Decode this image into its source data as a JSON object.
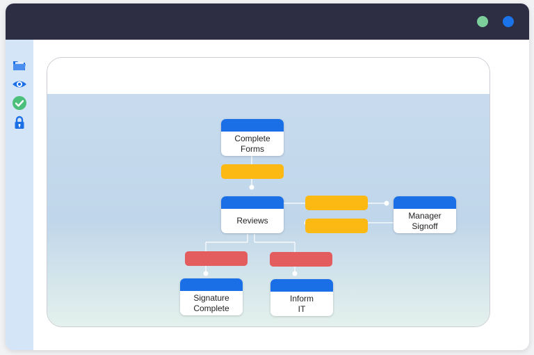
{
  "window": {
    "controls": [
      "green-dot",
      "blue-dot"
    ]
  },
  "sidebar": {
    "icons": [
      "folder-icon",
      "eye-icon",
      "check-circle-icon",
      "lock-icon"
    ]
  },
  "colors": {
    "titlebar": "#2d2e44",
    "sidebar": "#d5e5f8",
    "node_header": "#1a6fe6",
    "connector_amber": "#fdb913",
    "connector_red": "#e35d5f",
    "dot_green": "#7ccf9b",
    "dot_blue": "#1a73e8"
  },
  "diagram": {
    "nodes": {
      "complete_forms": "Complete\nForms",
      "reviews": "Reviews",
      "manager_signoff": "Manager\nSignoff",
      "signature_complete": "Signature\nComplete",
      "inform_it": "Inform\nIT"
    }
  }
}
